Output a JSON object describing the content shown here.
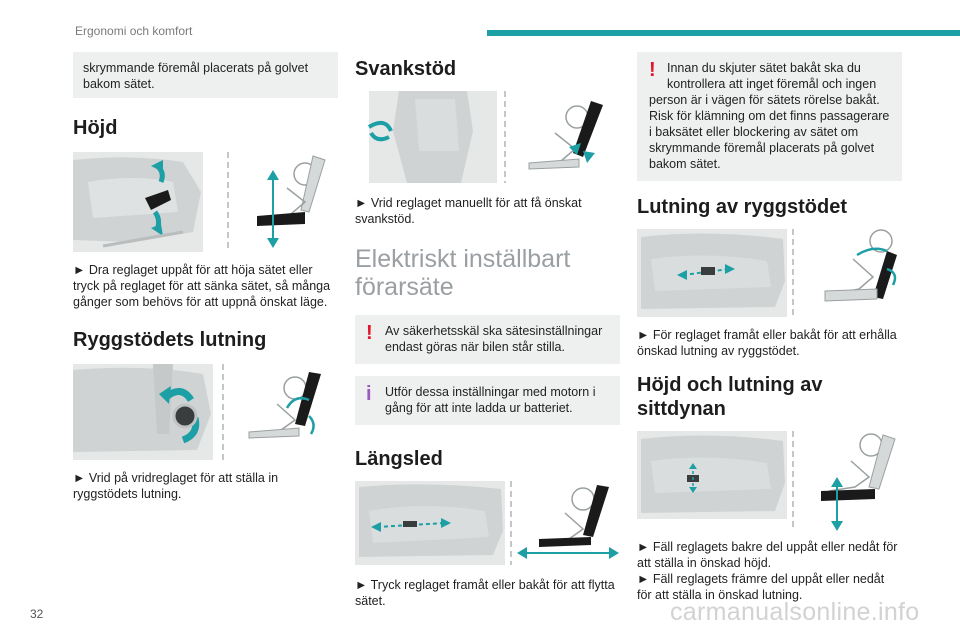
{
  "header": {
    "running_head": "Ergonomi och komfort"
  },
  "page_number": "32",
  "watermark": "carmanualsonline.info",
  "col1": {
    "continued_box": "skrymmande föremål placerats på golvet bakom sätet.",
    "hojd": {
      "heading": "Höjd",
      "text": "► Dra reglaget uppåt för att höja sätet eller tryck på reglaget för att sänka sätet, så många gånger som behövs för att uppnå önskat läge."
    },
    "ryggstod": {
      "heading": "Ryggstödets lutning",
      "text": "► Vrid på vridreglaget för att ställa in ryggstödets lutning."
    }
  },
  "col2": {
    "svankstod": {
      "heading": "Svankstöd",
      "text": "► Vrid reglaget manuellt för att få önskat svankstöd."
    },
    "elektriskt": {
      "heading_line1": "Elektriskt inställbart",
      "heading_line2": "förarsäte",
      "warning_text": "Av säkerhetsskäl ska sätesinställningar endast göras när bilen står stilla.",
      "info_text": "Utför dessa inställningar med motorn i gång för att inte ladda ur batteriet."
    },
    "langsled": {
      "heading": "Längsled",
      "text": "► Tryck reglaget framåt eller bakåt för att flytta sätet."
    }
  },
  "col3": {
    "warning_line1": "Innan du skjuter sätet bakåt ska du",
    "warning_line2": "kontrollera att inget föremål och ingen",
    "warning_rest": "person är i vägen för sätets rörelse bakåt. Risk för klämning om det finns passagerare i baksätet eller blockering av sätet om skrymmande föremål placerats på golvet bakom sätet.",
    "lutning": {
      "heading": "Lutning av ryggstödet",
      "text": "► För reglaget framåt eller bakåt för att erhålla önskad lutning av ryggstödet."
    },
    "hojd_lutning": {
      "heading_line1": "Höjd och lutning av",
      "heading_line2": "sittdynan",
      "text1": "► Fäll reglagets bakre del uppåt eller nedåt för att ställa in önskad höjd.",
      "text2": "► Fäll reglagets främre del uppåt eller nedåt för att ställa in önskad lutning."
    }
  },
  "colors": {
    "accent": "#1d9fa6",
    "warning": "#e4142b",
    "info": "#9b5bbd",
    "box_bg": "#eef0f0"
  },
  "icons": {
    "warning": "exclamation-icon",
    "info": "info-icon"
  }
}
